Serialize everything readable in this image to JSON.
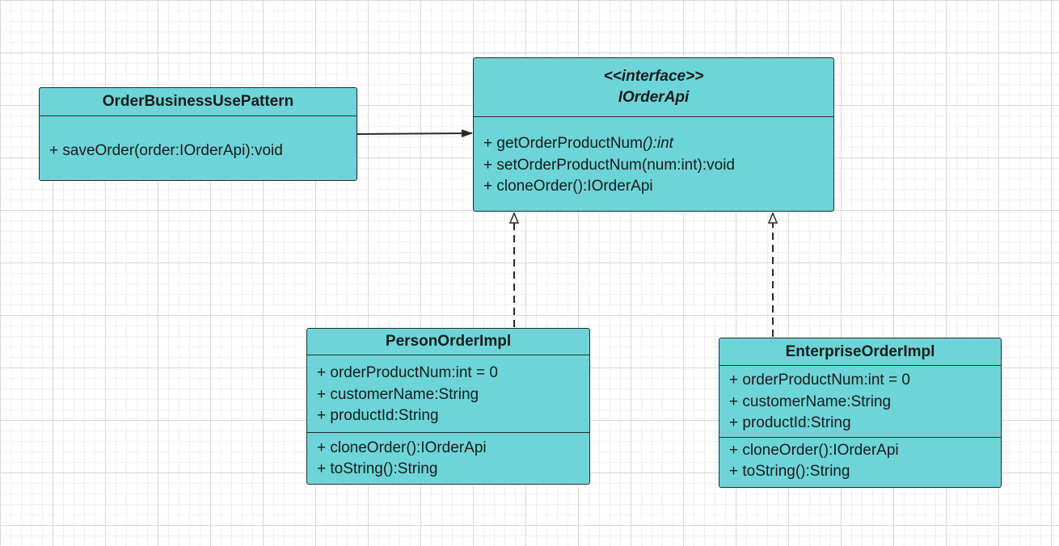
{
  "diagram": {
    "order_business": {
      "name": "OrderBusinessUsePattern",
      "operations": [
        "+ saveOrder(order:IOrderApi):void"
      ]
    },
    "iorder_api": {
      "stereotype": "<<interface>>",
      "name": "IOrderApi",
      "op1_prefix": "+ getOrderProductNum",
      "op1_suffix": "():int",
      "op2": "+ setOrderProductNum(num:int):void",
      "op3": "+ cloneOrder():IOrderApi"
    },
    "person_order": {
      "name": "PersonOrderImpl",
      "attributes": [
        "+ orderProductNum:int = 0",
        "+ customerName:String",
        "+ productId:String"
      ],
      "operations": [
        "+ cloneOrder():IOrderApi",
        "+ toString():String"
      ]
    },
    "enterprise_order": {
      "name": "EnterpriseOrderImpl",
      "attributes": [
        "+ orderProductNum:int = 0",
        "+ customerName:String",
        "+ productId:String"
      ],
      "operations": [
        "+ cloneOrder():IOrderApi",
        "+ toString():String"
      ]
    },
    "colors": {
      "class_fill": "#6dd5d8",
      "border": "#2a2a2a",
      "grid": "#d8d8d8"
    }
  }
}
